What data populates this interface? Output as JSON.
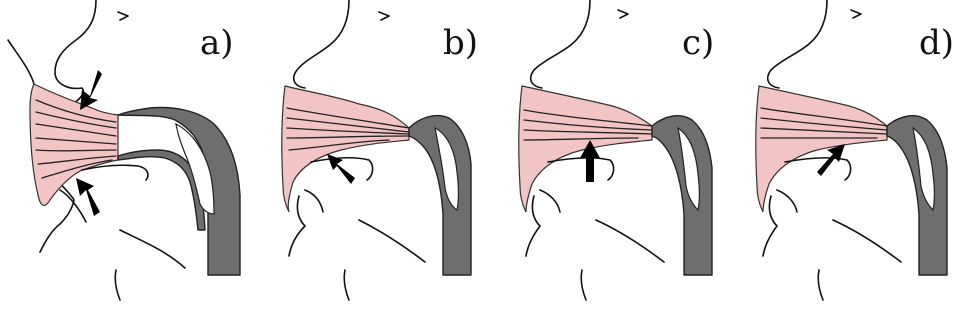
{
  "panels": [
    {
      "label": "a)",
      "arrows": 2
    },
    {
      "label": "b)",
      "arrows": 1
    },
    {
      "label": "c)",
      "arrows": 1
    },
    {
      "label": "d)",
      "arrows": 1
    }
  ],
  "colors": {
    "tissue": "#f2c4c4",
    "tissue_shade": "#e8aaaa",
    "palate": "#6e6e6e",
    "outline": "#111111",
    "background": "#ffffff"
  }
}
